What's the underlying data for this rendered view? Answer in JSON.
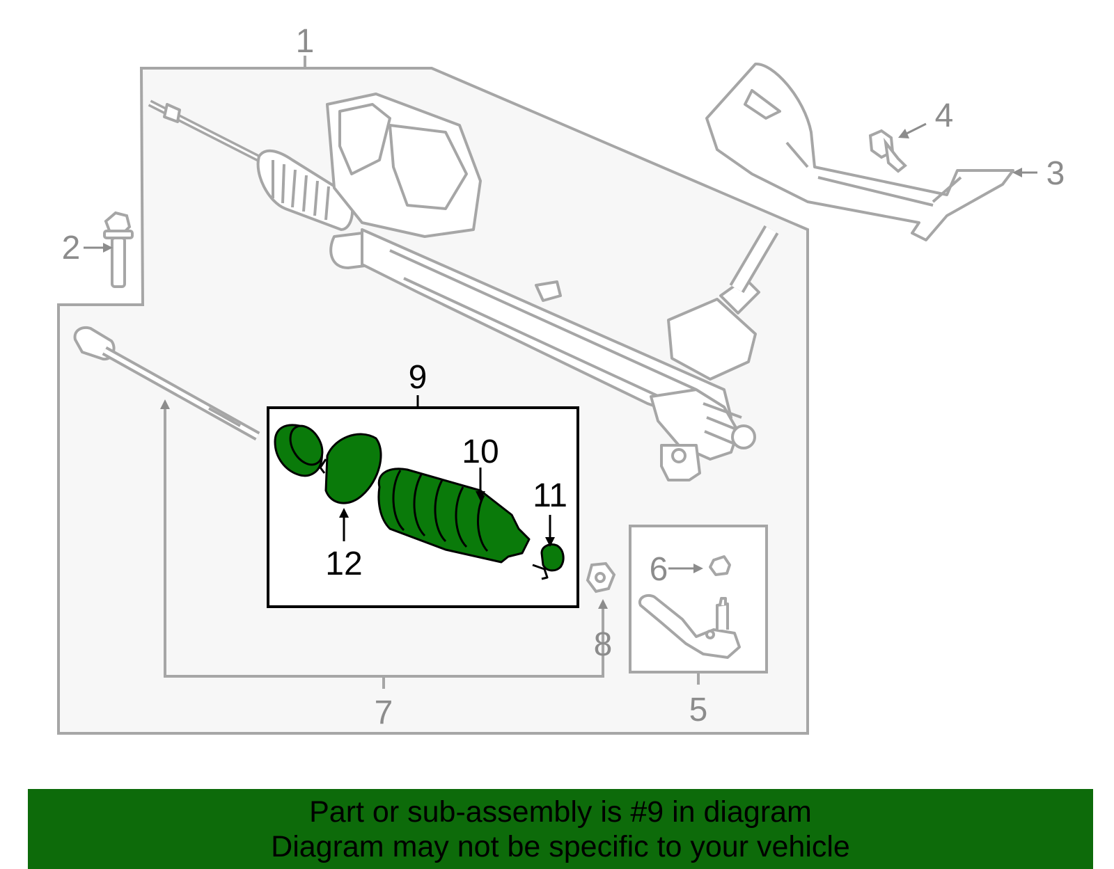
{
  "callouts": {
    "c1": "1",
    "c2": "2",
    "c3": "3",
    "c4": "4",
    "c5": "5",
    "c6": "6",
    "c7": "7",
    "c8": "8",
    "c9": "9",
    "c10": "10",
    "c11": "11",
    "c12": "12"
  },
  "banner": {
    "line1": "Part or sub-assembly is #9 in diagram",
    "line2": "Diagram may not be specific to your vehicle"
  },
  "colors": {
    "highlight_part": "#0a7a0a",
    "banner_bg": "#0d6b0a",
    "outline_gray": "#a6a6a6",
    "panel_bg": "#f7f7f7"
  }
}
